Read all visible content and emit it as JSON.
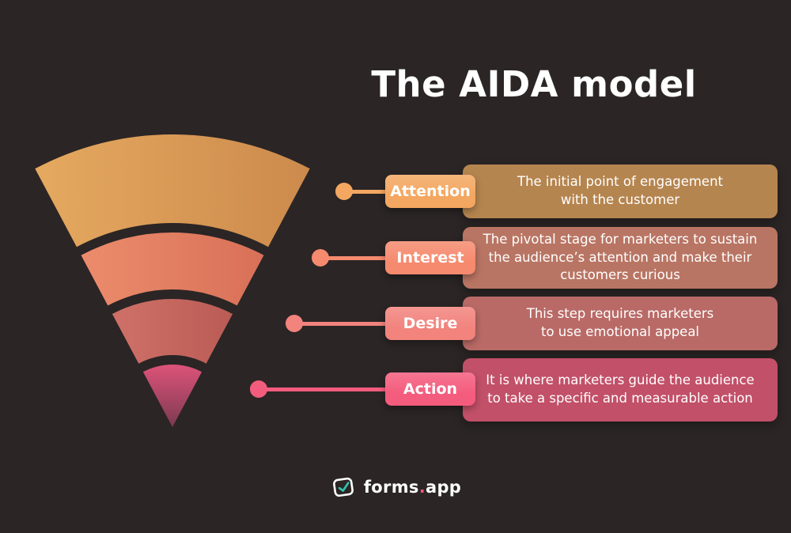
{
  "background": "#2b2525",
  "title": "The AIDA model",
  "funnel": {
    "segments": [
      {
        "color_left": "#e5a960",
        "color_right": "#cc8a4c"
      },
      {
        "color_left": "#ec8c6c",
        "color_right": "#d87058"
      },
      {
        "color_left": "#cf7168",
        "color_right": "#ba5c55"
      },
      {
        "color_top": "#dd5379",
        "color_bottom": "#7c3a52"
      }
    ]
  },
  "steps": [
    {
      "label": "Attention",
      "description": "The initial point of engagement\nwith the customer",
      "accent": "#f3a761",
      "box_color": "#b5854f"
    },
    {
      "label": "Interest",
      "description": "The pivotal stage for marketers to sustain\nthe audience’s attention and make their\ncustomers curious",
      "accent": "#f58a6e",
      "box_color": "#b97563"
    },
    {
      "label": "Desire",
      "description": "This step requires marketers\nto use emotional appeal",
      "accent": "#f2837d",
      "box_color": "#b96a66"
    },
    {
      "label": "Action",
      "description": "It is where marketers guide the audience\nto take a specific and measurable action",
      "accent": "#f45c7d",
      "box_color": "#c25068"
    }
  ],
  "footer": {
    "brand_name": "forms",
    "brand_dot": ".",
    "brand_suffix": "app"
  }
}
